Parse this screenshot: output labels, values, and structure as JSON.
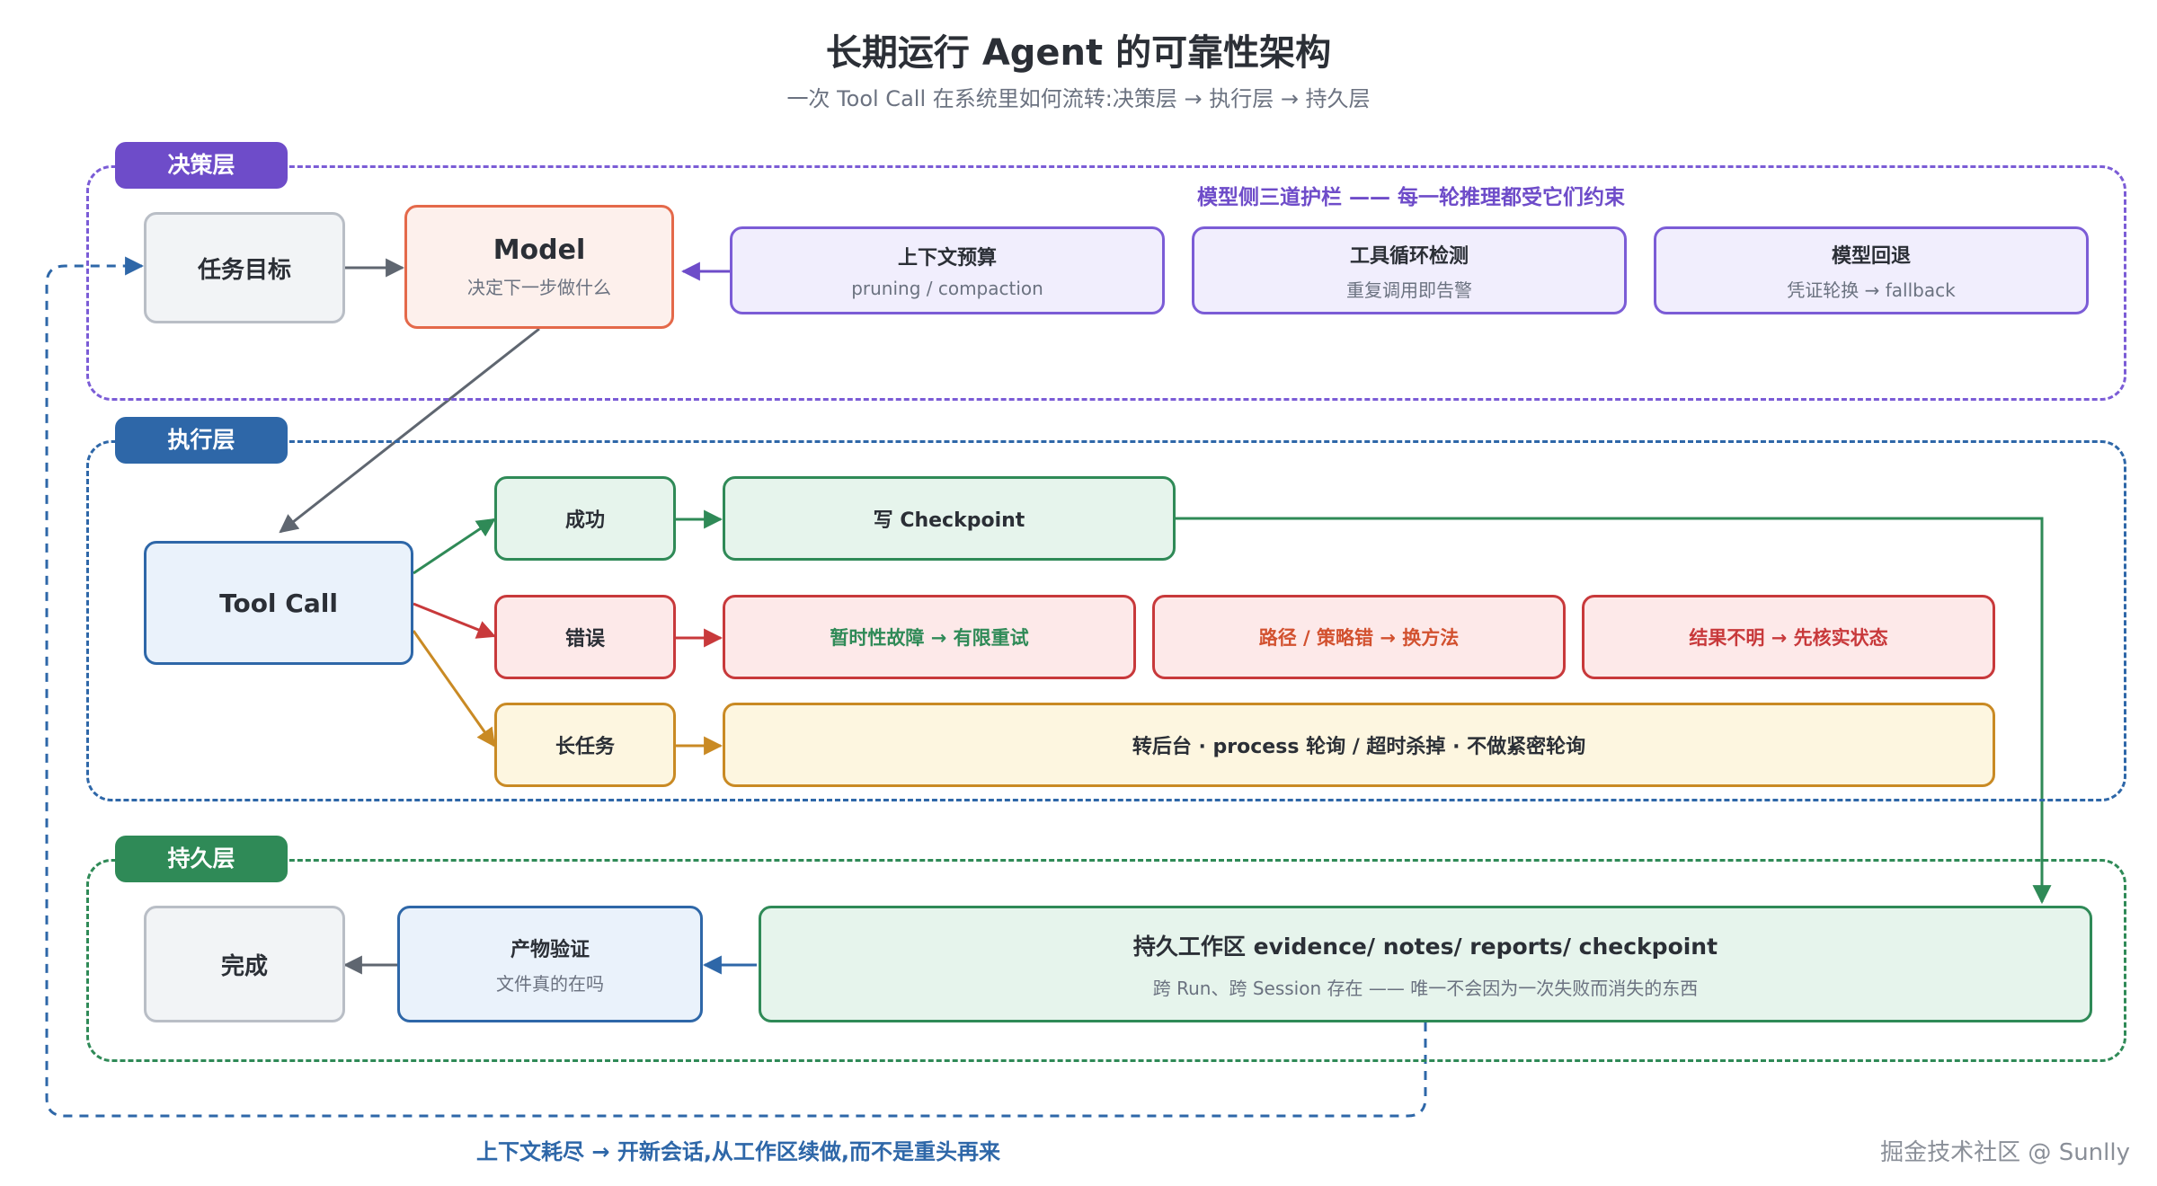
{
  "header": {
    "title": "长期运行 Agent 的可靠性架构",
    "subtitle": "一次 Tool Call 在系统里如何流转:决策层 → 执行层 → 持久层"
  },
  "layers": {
    "decision": {
      "tag": "决策层",
      "color": "#6e4cc9"
    },
    "execution": {
      "tag": "执行层",
      "color": "#2e67a8"
    },
    "persistence": {
      "tag": "持久层",
      "color": "#2f8a57"
    }
  },
  "decision": {
    "guardrail_title": "模型侧三道护栏 —— 每一轮推理都受它们约束",
    "goal": "任务目标",
    "model": {
      "title": "Model",
      "sub": "决定下一步做什么"
    },
    "guards": [
      {
        "title": "上下文预算",
        "sub": "pruning / compaction"
      },
      {
        "title": "工具循环检测",
        "sub": "重复调用即告警"
      },
      {
        "title": "模型回退",
        "sub": "凭证轮换 → fallback"
      }
    ]
  },
  "execution": {
    "tool_call": "Tool Call",
    "success": "成功",
    "checkpoint": "写 Checkpoint",
    "error": "错误",
    "error_actions": [
      "暂时性故障 → 有限重试",
      "路径 / 策略错 → 换方法",
      "结果不明 → 先核实状态"
    ],
    "long_task": "长任务",
    "long_task_action": "转后台 · process 轮询 / 超时杀掉 · 不做紧密轮询"
  },
  "persistence": {
    "done": "完成",
    "verify": {
      "title": "产物验证",
      "sub": "文件真的在吗"
    },
    "workspace": {
      "title": "持久工作区 evidence/ notes/ reports/ checkpoint",
      "sub": "跨 Run、跨 Session 存在 —— 唯一不会因为一次失败而消失的东西"
    }
  },
  "loop_label": "上下文耗尽 → 开新会话,从工作区续做,而不是重头再来",
  "watermark": "掘金技术社区 @ Sunlly",
  "colors": {
    "decision": "#6e4cc9",
    "execution": "#2e67a8",
    "persistence": "#2f8a57",
    "error": "#c8393b",
    "long_task": "#c98a24",
    "arrow": "#5f6670"
  }
}
